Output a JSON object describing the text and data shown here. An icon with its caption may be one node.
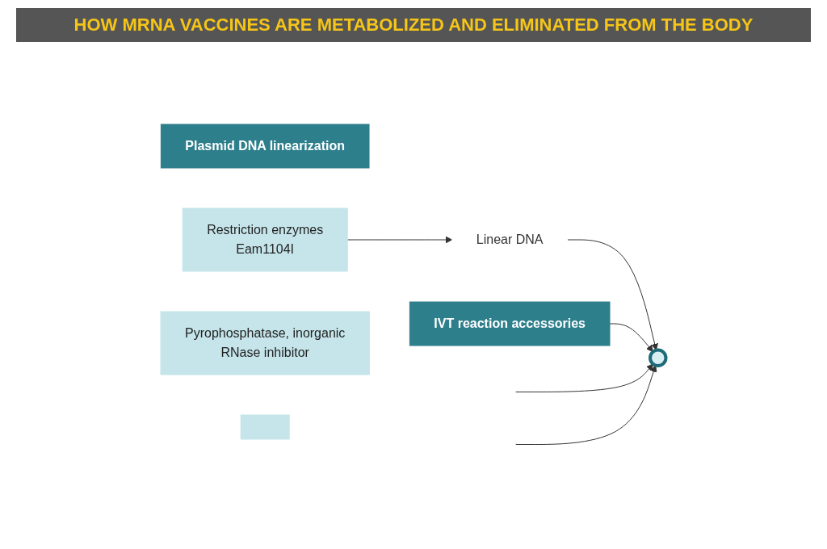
{
  "diagram": {
    "title": "HOW MRNA VACCINES ARE METABOLIZED AND ELIMINATED FROM THE BODY",
    "nodes": [
      {
        "text": [
          "Plasmid DNA linearization"
        ]
      },
      {
        "text": [
          "Restriction enzymes",
          "Eam1104I"
        ]
      },
      {
        "text": [
          "Linear DNA"
        ]
      },
      {
        "text": [],
        "shape": "circle"
      },
      {
        "text": [
          "IVT reaction accessories"
        ]
      },
      {
        "text": [
          "Pyrophosphatase, inorganic",
          "RNase inhibitor"
        ]
      },
      {
        "text": [],
        "shape": "box"
      }
    ],
    "edges": [
      {
        "from": 1,
        "to": 2,
        "arrow": "to"
      },
      {
        "from": 2,
        "to": 3,
        "arrow": "to"
      },
      {
        "from": 4,
        "to": 3,
        "arrow": "to"
      },
      {
        "from": null,
        "to": 3,
        "arrow": "to"
      },
      {
        "from": null,
        "to": 3,
        "arrow": "to"
      }
    ]
  }
}
